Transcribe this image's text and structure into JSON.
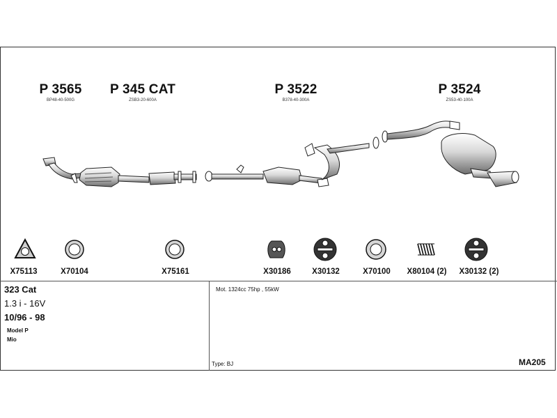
{
  "parts": [
    {
      "number": "P 3565",
      "ref": "BP48-40-500G"
    },
    {
      "number": "P 345 CAT",
      "ref": "ZSB3-20-600A"
    },
    {
      "number": "P 3522",
      "ref": "B378-40-300A"
    },
    {
      "number": "P 3524",
      "ref": "ZS53-40-100A"
    }
  ],
  "accessories": [
    {
      "label": "X75113",
      "icon": "triangle-flange-gasket-icon"
    },
    {
      "label": "X70104",
      "icon": "ring-gasket-icon"
    },
    {
      "label": "X75161",
      "icon": "ring-gasket-icon"
    },
    {
      "label": "X30186",
      "icon": "rubber-hanger-icon"
    },
    {
      "label": "X30132",
      "icon": "rubber-hanger-icon"
    },
    {
      "label": "X70100",
      "icon": "ring-gasket-icon"
    },
    {
      "label": "X80104 (2)",
      "icon": "spring-icon"
    },
    {
      "label": "X30132 (2)",
      "icon": "rubber-hanger-icon"
    }
  ],
  "vehicle": {
    "model": "323 Cat",
    "engine": "1.3 i - 16V",
    "years": "10/96 - 98",
    "model_line": "Model P",
    "variant": "Mio"
  },
  "notes": {
    "motor": "Mot. 1324cc 75hp , 55kW",
    "type": "Type:  BJ",
    "code": "MA205"
  }
}
